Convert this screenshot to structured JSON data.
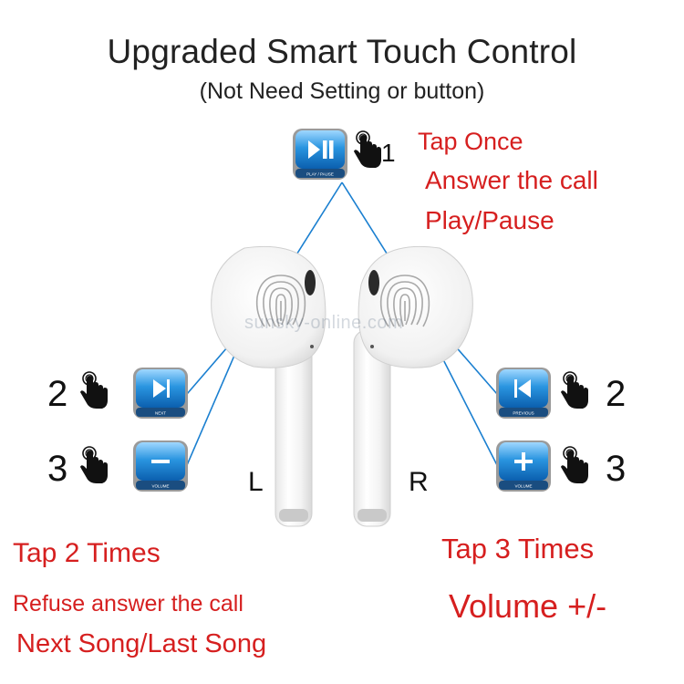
{
  "header": {
    "title": "Upgraded Smart Touch Control",
    "subtitle": "(Not Need Setting or button)"
  },
  "tap_once": {
    "number": "1",
    "button_caption": "PLAY / PAUSE",
    "lines": [
      "Tap Once",
      "Answer the call",
      "Play/Pause"
    ]
  },
  "left": {
    "side_label": "L",
    "next": {
      "number": "2",
      "button_caption": "NEXT"
    },
    "volume": {
      "number": "3",
      "button_caption": "VOLUME"
    },
    "lines": [
      "Tap 2 Times",
      "Refuse answer the call",
      "Next Song/Last Song"
    ]
  },
  "right": {
    "side_label": "R",
    "previous": {
      "number": "2",
      "button_caption": "PREVIOUS"
    },
    "volume": {
      "number": "3",
      "button_caption": "VOLUME"
    },
    "lines": [
      "Tap 3 Times",
      "Volume +/-"
    ]
  },
  "watermark": "sunsky-online.com",
  "colors": {
    "accent_red": "#d61f1f",
    "button_blue": "#1a8ad6",
    "line_blue": "#1a7fd0"
  }
}
